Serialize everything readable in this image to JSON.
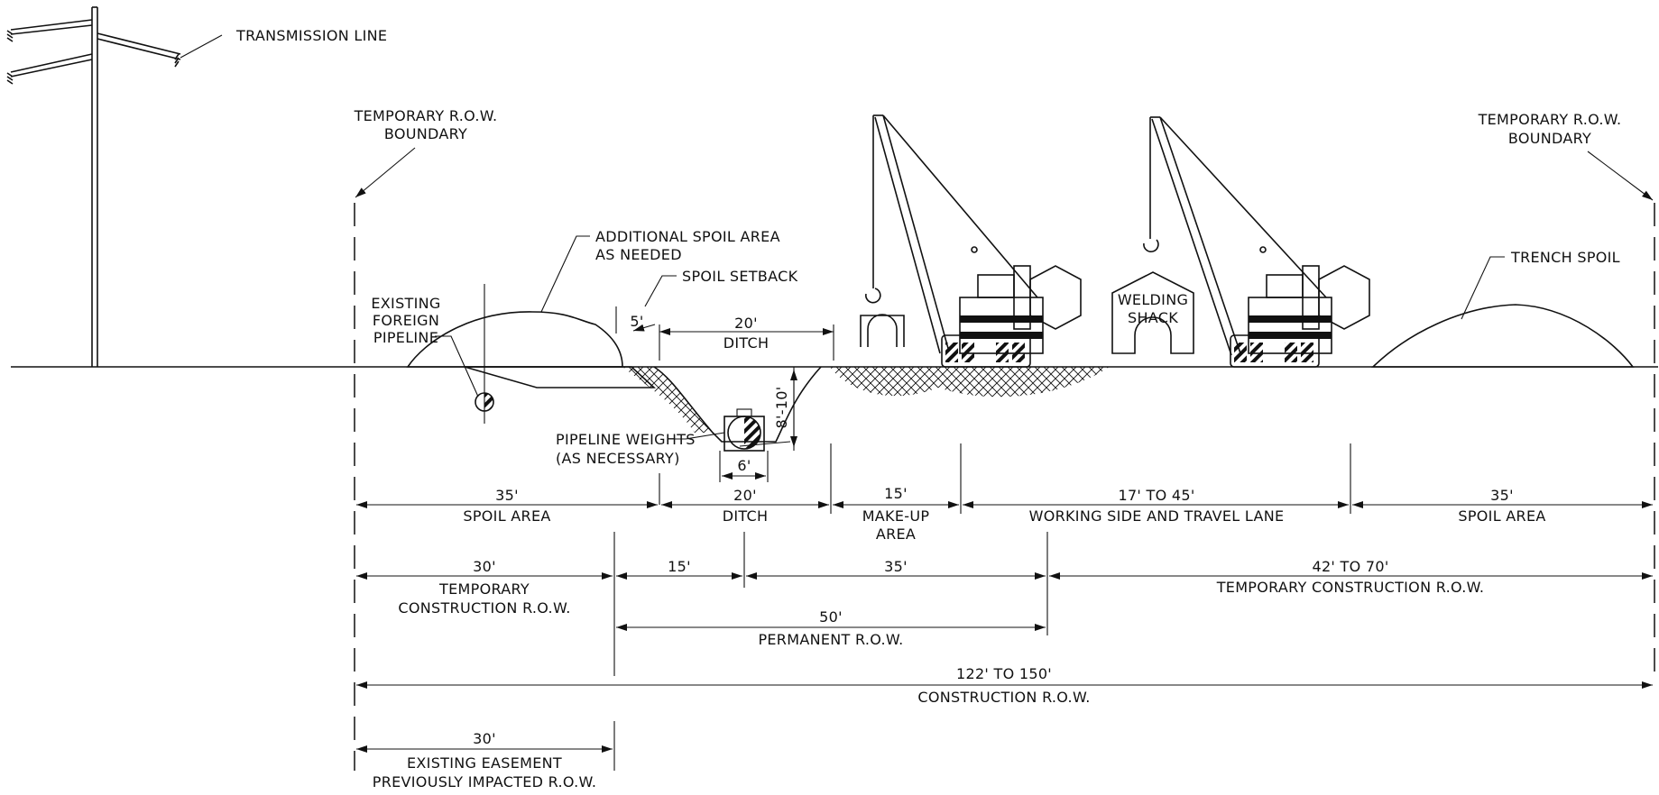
{
  "labels": {
    "transmission_line": "TRANSMISSION LINE",
    "row_boundary_left_1": "TEMPORARY R.O.W.",
    "row_boundary_left_2": "BOUNDARY",
    "row_boundary_right_1": "TEMPORARY R.O.W.",
    "row_boundary_right_2": "BOUNDARY",
    "additional_spoil_1": "ADDITIONAL SPOIL AREA",
    "additional_spoil_2": "AS NEEDED",
    "spoil_setback": "SPOIL SETBACK",
    "setback_dim": "5'",
    "existing_pipeline_1": "EXISTING",
    "existing_pipeline_2": "FOREIGN",
    "existing_pipeline_3": "PIPELINE",
    "ditch_top_dim": "20'",
    "ditch_top_label": "DITCH",
    "ditch_depth": "8'-10'",
    "ditch_bottom": "6'",
    "pipeline_weights_1": "PIPELINE WEIGHTS",
    "pipeline_weights_2": "(AS NECESSARY)",
    "welding_shack_1": "WELDING",
    "welding_shack_2": "SHACK",
    "trench_spoil": "TRENCH SPOIL"
  },
  "dimension_rows": {
    "row1": [
      {
        "value": "35'",
        "label": "SPOIL AREA"
      },
      {
        "value": "20'",
        "label": "DITCH"
      },
      {
        "value": "15'",
        "label": "MAKE-UP",
        "label2": "AREA"
      },
      {
        "value": "17' TO 45'",
        "label": "WORKING SIDE AND TRAVEL LANE"
      },
      {
        "value": "35'",
        "label": "SPOIL AREA"
      }
    ],
    "row2": [
      {
        "value": "30'",
        "label": "TEMPORARY",
        "label2": "CONSTRUCTION R.O.W."
      },
      {
        "value": "15'"
      },
      {
        "value": "35'"
      },
      {
        "value": "42' TO 70'",
        "label": "TEMPORARY CONSTRUCTION R.O.W."
      }
    ],
    "row3": [
      {
        "value": "50'",
        "label": "PERMANENT R.O.W."
      }
    ],
    "row4": [
      {
        "value": "122' TO 150'",
        "label": "CONSTRUCTION R.O.W."
      }
    ],
    "row5": [
      {
        "value": "30'",
        "label": "EXISTING EASEMENT",
        "label2": "PREVIOUSLY IMPACTED R.O.W."
      }
    ]
  }
}
